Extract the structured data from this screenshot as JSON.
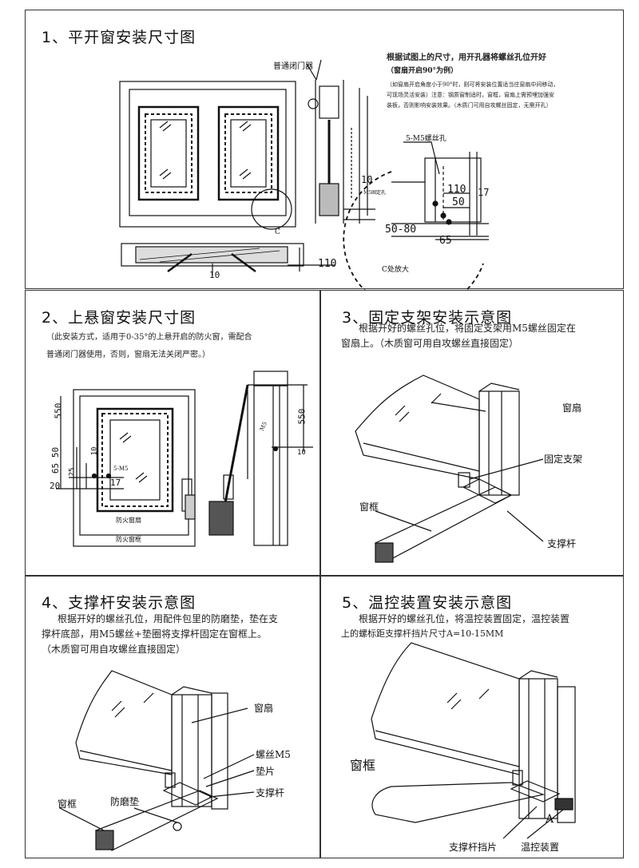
{
  "sections": {
    "s1": {
      "title": "1、平开窗安装尺寸图",
      "label_closer": "普通闭门器",
      "note_line1": "根据试图上的尺寸，用开孔器将螺丝孔位开好",
      "note_line2": "（窗扇开启90°为例）",
      "note_line3": "（如窗扇开启角度小于90°时，则可将安装位置适当往窗扇中间移动，",
      "note_line4": "可现场灵活安装）注意：钢质窗制适时，窗框，窗扇上需预埋加强安",
      "note_line5": "装板，否则影响安装效果。（木质门可用自攻螺丝固定，无需开孔）",
      "hole_label": "5-M5螺丝孔",
      "dim_110_a": "110",
      "dim_17": "17",
      "dim_50": "50",
      "dim_50_80": "50-80",
      "dim_65": "65",
      "dim_10_a": "10",
      "dim_110_b": "110",
      "dim_10_b": "10",
      "point_c": "C",
      "zoom_label": "C处放大",
      "small_label": "M5固定孔"
    },
    "s2": {
      "title": "2、上悬窗安装尺寸图",
      "desc_line1": "（此安装方式，适用于0-35°的上悬开启的防火窗，需配合",
      "desc_line2": "普通闭门器使用，否则，窗扇无法关闭严密。）",
      "dim_550_a": "550",
      "dim_50": "50",
      "dim_65": "65",
      "dim_20": "20",
      "dim_25": "25",
      "dim_17": "17",
      "dim_10_a": "10",
      "dim_550_b": "550",
      "dim_10_b": "10",
      "label_m5": "5-M5",
      "label_m5_b": "M5",
      "label_sash": "防火窗扇",
      "label_frame": "防火窗框"
    },
    "s3": {
      "title": "3、固定支架安装示意图",
      "desc_line1": "根据开好的螺丝孔位，将固定支架用M5螺丝固定在",
      "desc_line2": "窗扇上。（木质窗可用自攻螺丝直接固定）",
      "label_sash": "窗扇",
      "label_bracket": "固定支架",
      "label_frame": "窗框",
      "label_rod": "支撑杆"
    },
    "s4": {
      "title": "4、支撑杆安装示意图",
      "desc_line1": "根据开好的螺丝孔位，用配件包里的防磨垫，垫在支",
      "desc_line2": "撑杆底部，用M5螺丝+垫圈将支撑杆固定在窗框上。",
      "desc_line3": "（木质窗可用自攻螺丝直接固定）",
      "label_sash": "窗扇",
      "label_screw": "螺丝M5",
      "label_washer": "垫片",
      "label_rod": "支撑杆",
      "label_frame": "窗框",
      "label_pad": "防磨垫"
    },
    "s5": {
      "title": "5、温控装置安装示意图",
      "desc_line1": "根据开好的螺丝孔位，将温控装置固定，温控装置",
      "desc_line2": "上的螺标距支撑杆挡片尺寸A=10-15MM",
      "label_frame": "窗框",
      "label_stop": "支撑杆挡片",
      "label_device": "温控装置",
      "label_a": "A"
    }
  }
}
